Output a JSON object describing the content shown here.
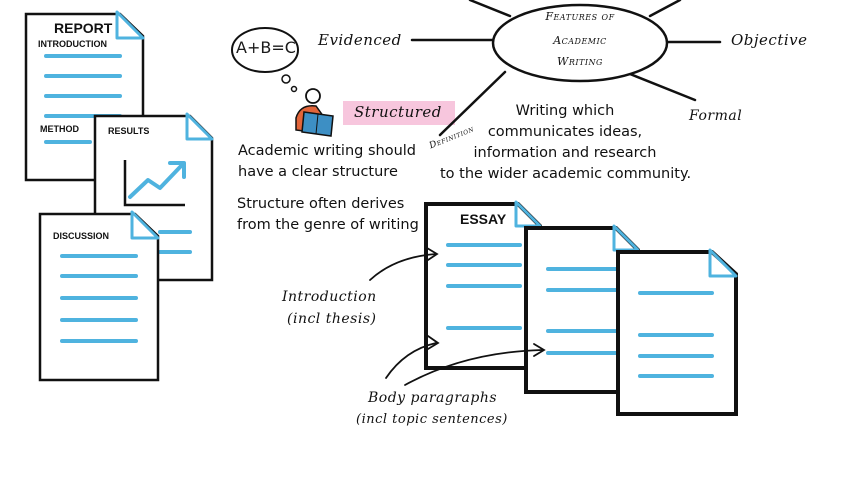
{
  "report": {
    "title": "REPORT",
    "introduction": "INTRODUCTION",
    "method": "METHOD",
    "results": "RESULTS",
    "discussion": "DISCUSSION"
  },
  "thought_bubble": "A+B=C",
  "structured_label": "Structured",
  "clear_structure": [
    "Academic writing should",
    "have a clear structure"
  ],
  "genre_note": [
    "Structure often derives",
    "from the genre of writing"
  ],
  "mind_map": {
    "center": [
      "Features of",
      "Academic",
      "Writing"
    ],
    "evidenced": "Evidenced",
    "objective": "Objective",
    "formal": "Formal"
  },
  "definition_tag": "Definition",
  "definition": [
    "Writing which",
    "communicates ideas,",
    "information and research",
    "to the wider academic community."
  ],
  "essay": {
    "title": "ESSAY",
    "introduction_label": [
      "Introduction",
      "(incl thesis)"
    ],
    "body_label": [
      "Body paragraphs",
      "(incl topic sentences)"
    ]
  },
  "colors": {
    "accent_blue": "#4fb3df",
    "highlight_pink": "#f7c6dd",
    "ink": "#111111"
  }
}
